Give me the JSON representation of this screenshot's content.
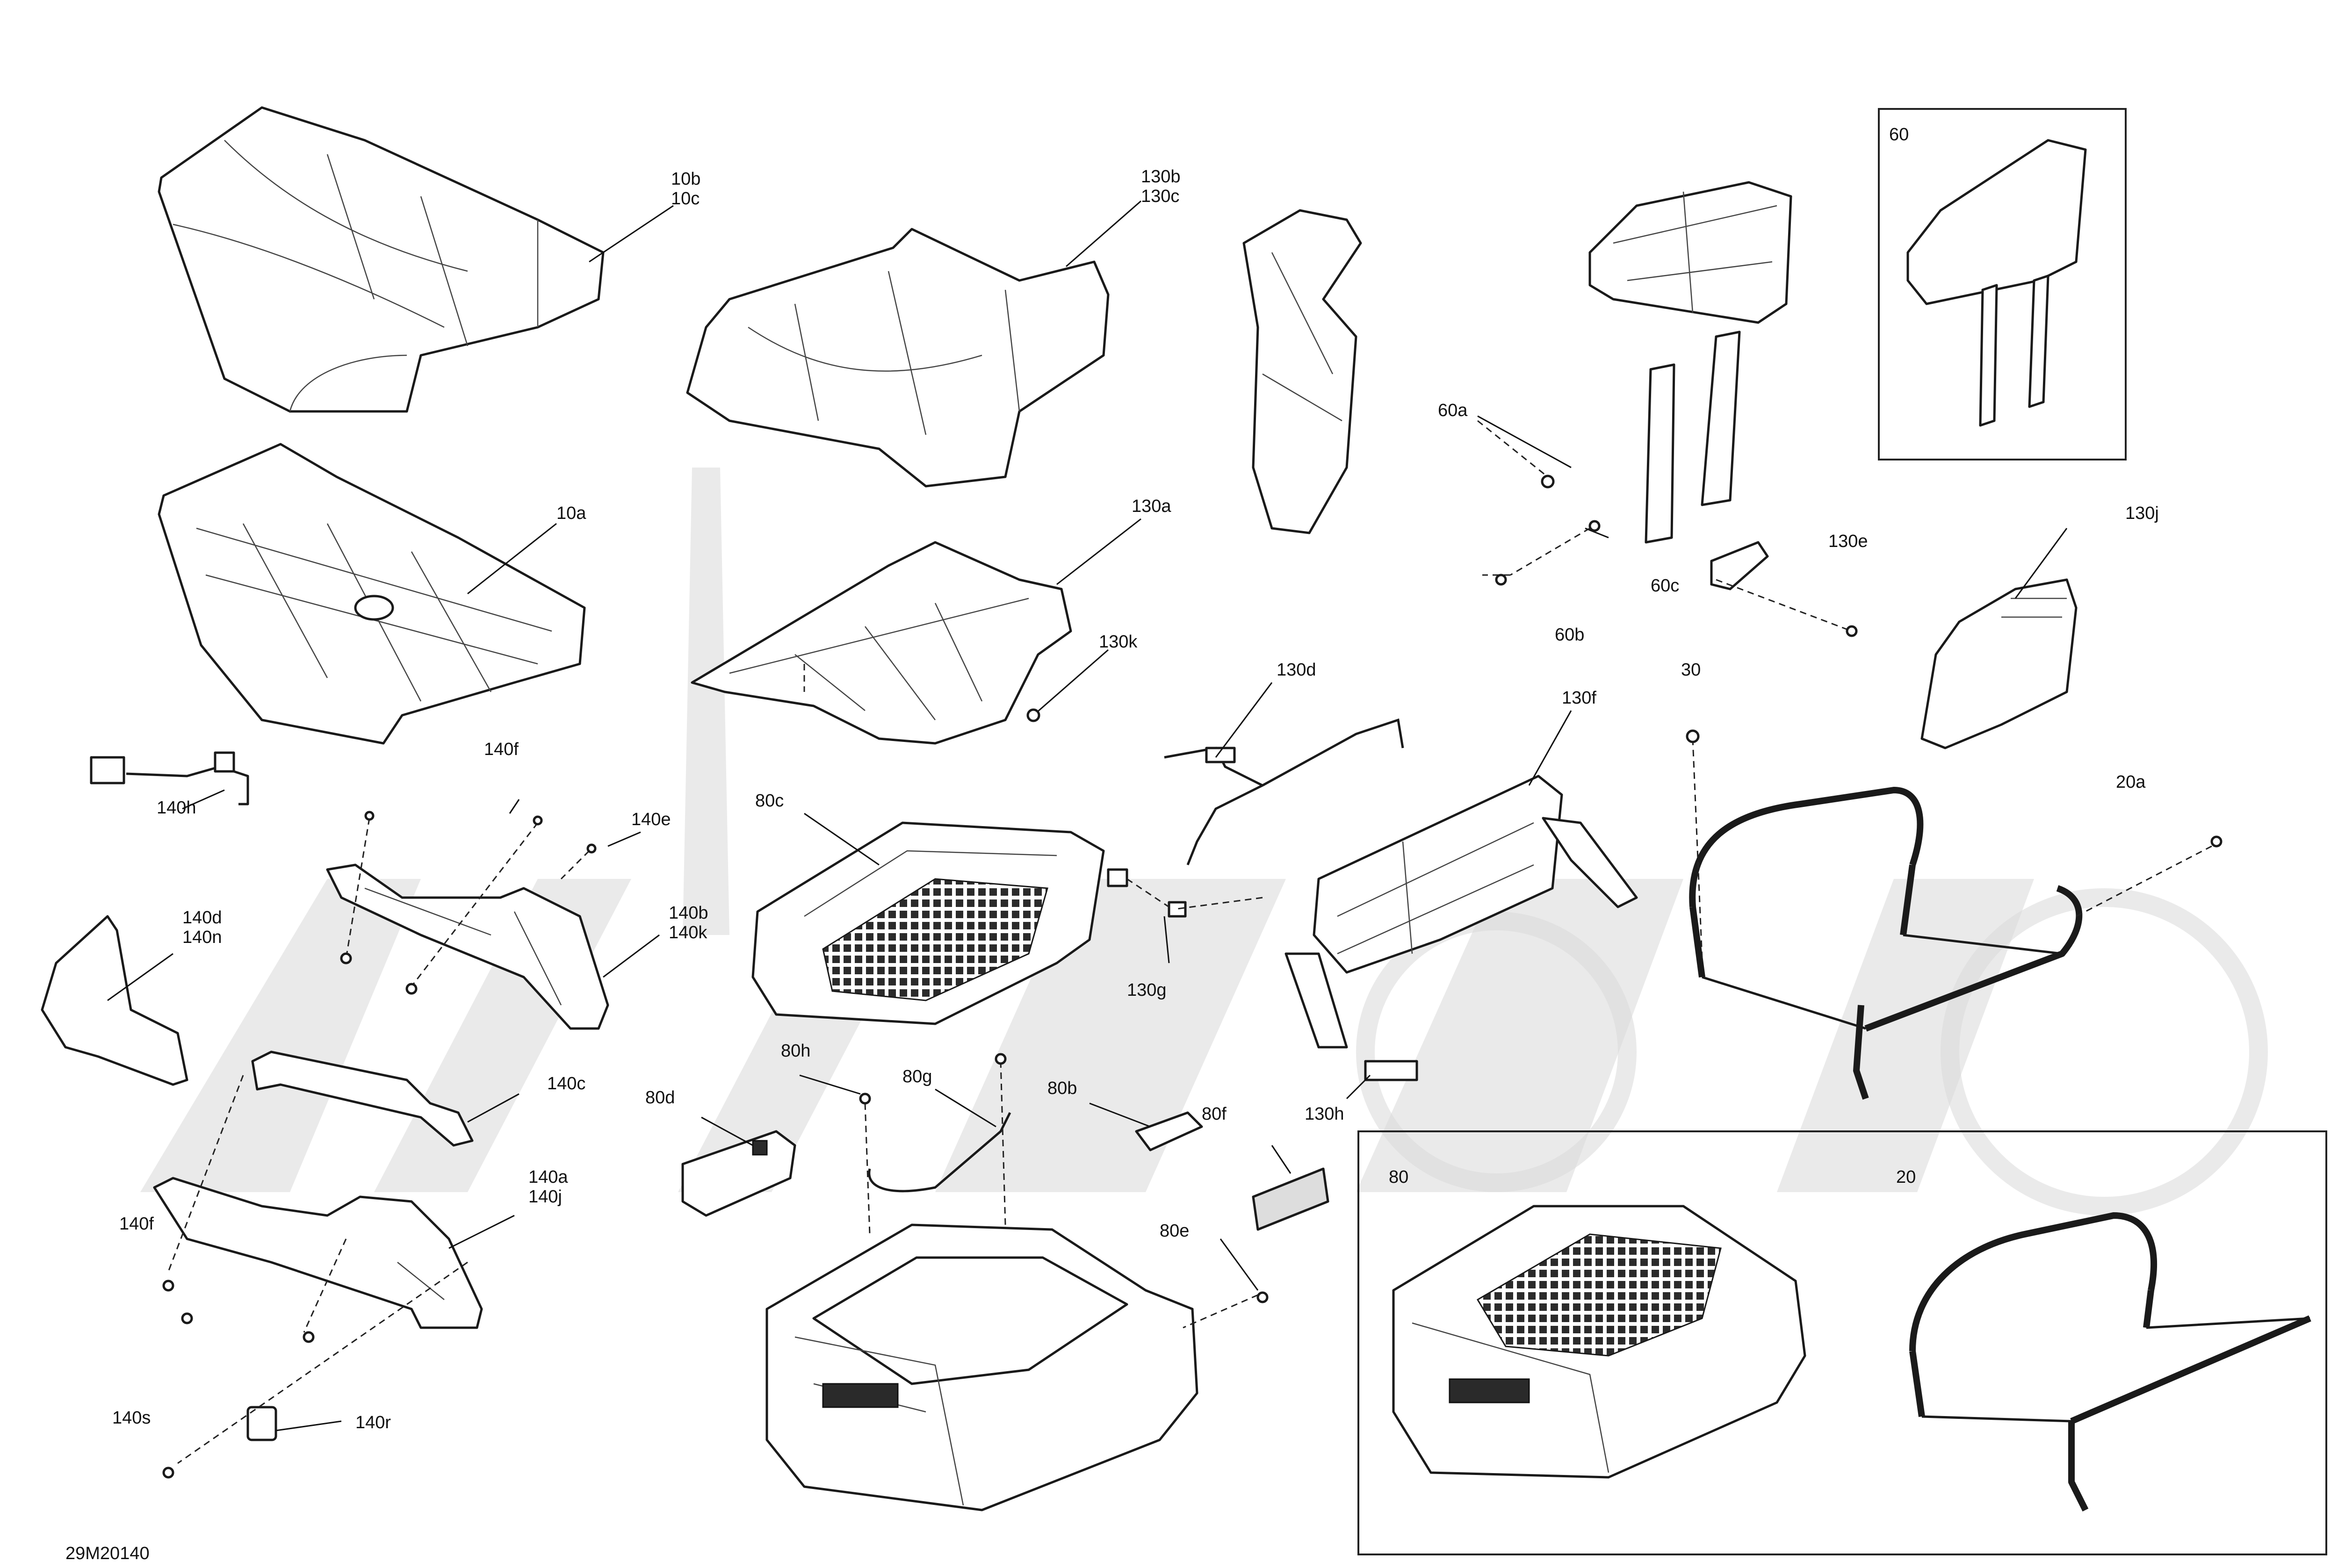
{
  "diagram_code": "29M20140",
  "callouts": {
    "c10bc": "10b\n10c",
    "c10a": "10a",
    "c130bc": "130b\n130c",
    "c130a": "130a",
    "c130k": "130k",
    "c130d": "130d",
    "c130f": "130f",
    "c130g": "130g",
    "c130h": "130h",
    "c130e": "130e",
    "c130j": "130j",
    "c60": "60",
    "c60a": "60a",
    "c60b": "60b",
    "c60c": "60c",
    "c30": "30",
    "c20a": "20a",
    "c140h": "140h",
    "c140f_top": "140f",
    "c140e": "140e",
    "c140dn": "140d\n140n",
    "c140bk": "140b\n140k",
    "c140c": "140c",
    "c140aj": "140a\n140j",
    "c140f_bot": "140f",
    "c140s": "140s",
    "c140r": "140r",
    "c80c": "80c",
    "c80h": "80h",
    "c80g": "80g",
    "c80d": "80d",
    "c80b": "80b",
    "c80f": "80f",
    "c80e": "80e",
    "c80box": "80",
    "c20box": "20"
  }
}
